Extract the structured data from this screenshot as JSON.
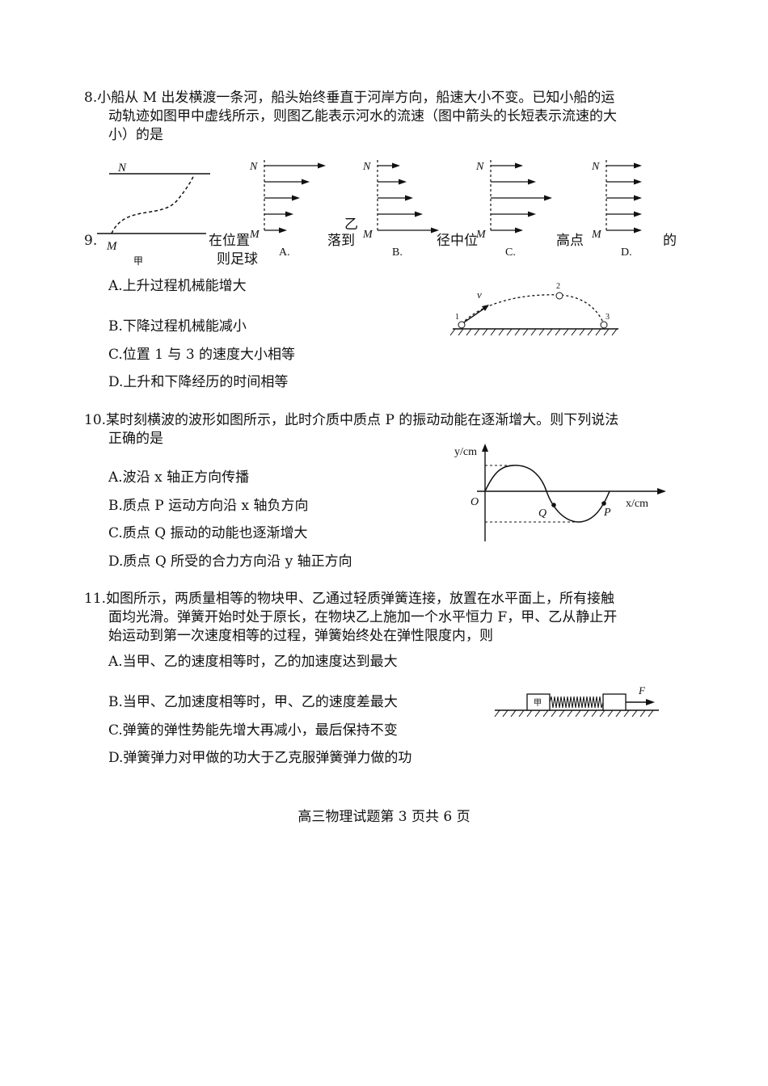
{
  "q8": {
    "stem_line1": "8.小船从 M 出发横渡一条河，船头始终垂直于河岸方向，船速大小不变。已知小船的运",
    "stem_line2": "动轨迹如图甲中虚线所示，则图乙能表示河水的流速（图中箭头的长短表示流速的大",
    "stem_line3": "小）的是",
    "fig_jia": {
      "bank_top": "N",
      "bank_bottom": "M",
      "caption": "甲"
    },
    "fig_yi_caption": "乙",
    "options": [
      {
        "label": "A.",
        "top": "N",
        "bottom": "M",
        "arrows": [
          0.95,
          0.7,
          0.55,
          0.45,
          0.35
        ]
      },
      {
        "label": "B.",
        "top": "N",
        "bottom": "M",
        "arrows": [
          0.35,
          0.45,
          0.55,
          0.7,
          0.95
        ]
      },
      {
        "label": "C.",
        "top": "N",
        "bottom": "M",
        "arrows": [
          0.5,
          0.7,
          0.95,
          0.7,
          0.5
        ]
      },
      {
        "label": "D.",
        "top": "N",
        "bottom": "M",
        "arrows": [
          0.55,
          0.55,
          0.55,
          0.55,
          0.55
        ]
      }
    ]
  },
  "q9": {
    "stem_frag1": "9.",
    "stem_frag2": "在位置",
    "stem_frag3": "落到",
    "stem_frag4": "径中位",
    "stem_frag5": "高点",
    "stem_frag6": "的",
    "stem_frag7": "则足球",
    "options": [
      "A.上升过程机械能增大",
      "B.下降过程机械能减小",
      "C.位置 1 与 3 的速度大小相等",
      "D.上升和下降经历的时间相等"
    ],
    "figure": {
      "velocity_label": "v",
      "positions": [
        "1",
        "2",
        "3"
      ]
    }
  },
  "q10": {
    "stem_line1": "10.某时刻横波的波形如图所示，此时介质中质点 P 的振动动能在逐渐增大。则下列说法",
    "stem_line2": "正确的是",
    "options": [
      "A.波沿 x 轴正方向传播",
      "B.质点 P 运动方向沿 x 轴负方向",
      "C.质点 Q 振动的动能也逐渐增大",
      "D.质点 Q 所受的合力方向沿 y 轴正方向"
    ],
    "figure": {
      "y_label": "y/cm",
      "x_label": "x/cm",
      "origin": "O",
      "point_q": "Q",
      "point_p": "P"
    }
  },
  "q11": {
    "stem_line1": "11.如图所示，两质量相等的物块甲、乙通过轻质弹簧连接，放置在水平面上，所有接触",
    "stem_line2": "面均光滑。弹簧开始时处于原长，在物块乙上施加一个水平恒力 F，甲、乙从静止开",
    "stem_line3": "始运动到第一次速度相等的过程，弹簧始终处在弹性限度内，则",
    "options": [
      "A.当甲、乙的速度相等时，乙的加速度达到最大",
      "B.当甲、乙加速度相等时，甲、乙的速度差最大",
      "C.弹簧的弹性势能先增大再减小，最后保持不变",
      "D.弹簧弹力对甲做的功大于乙克服弹簧弹力做的功"
    ],
    "figure": {
      "block_a": "甲",
      "force_label": "F"
    }
  },
  "footer": "高三物理试题第 3 页共 6 页"
}
